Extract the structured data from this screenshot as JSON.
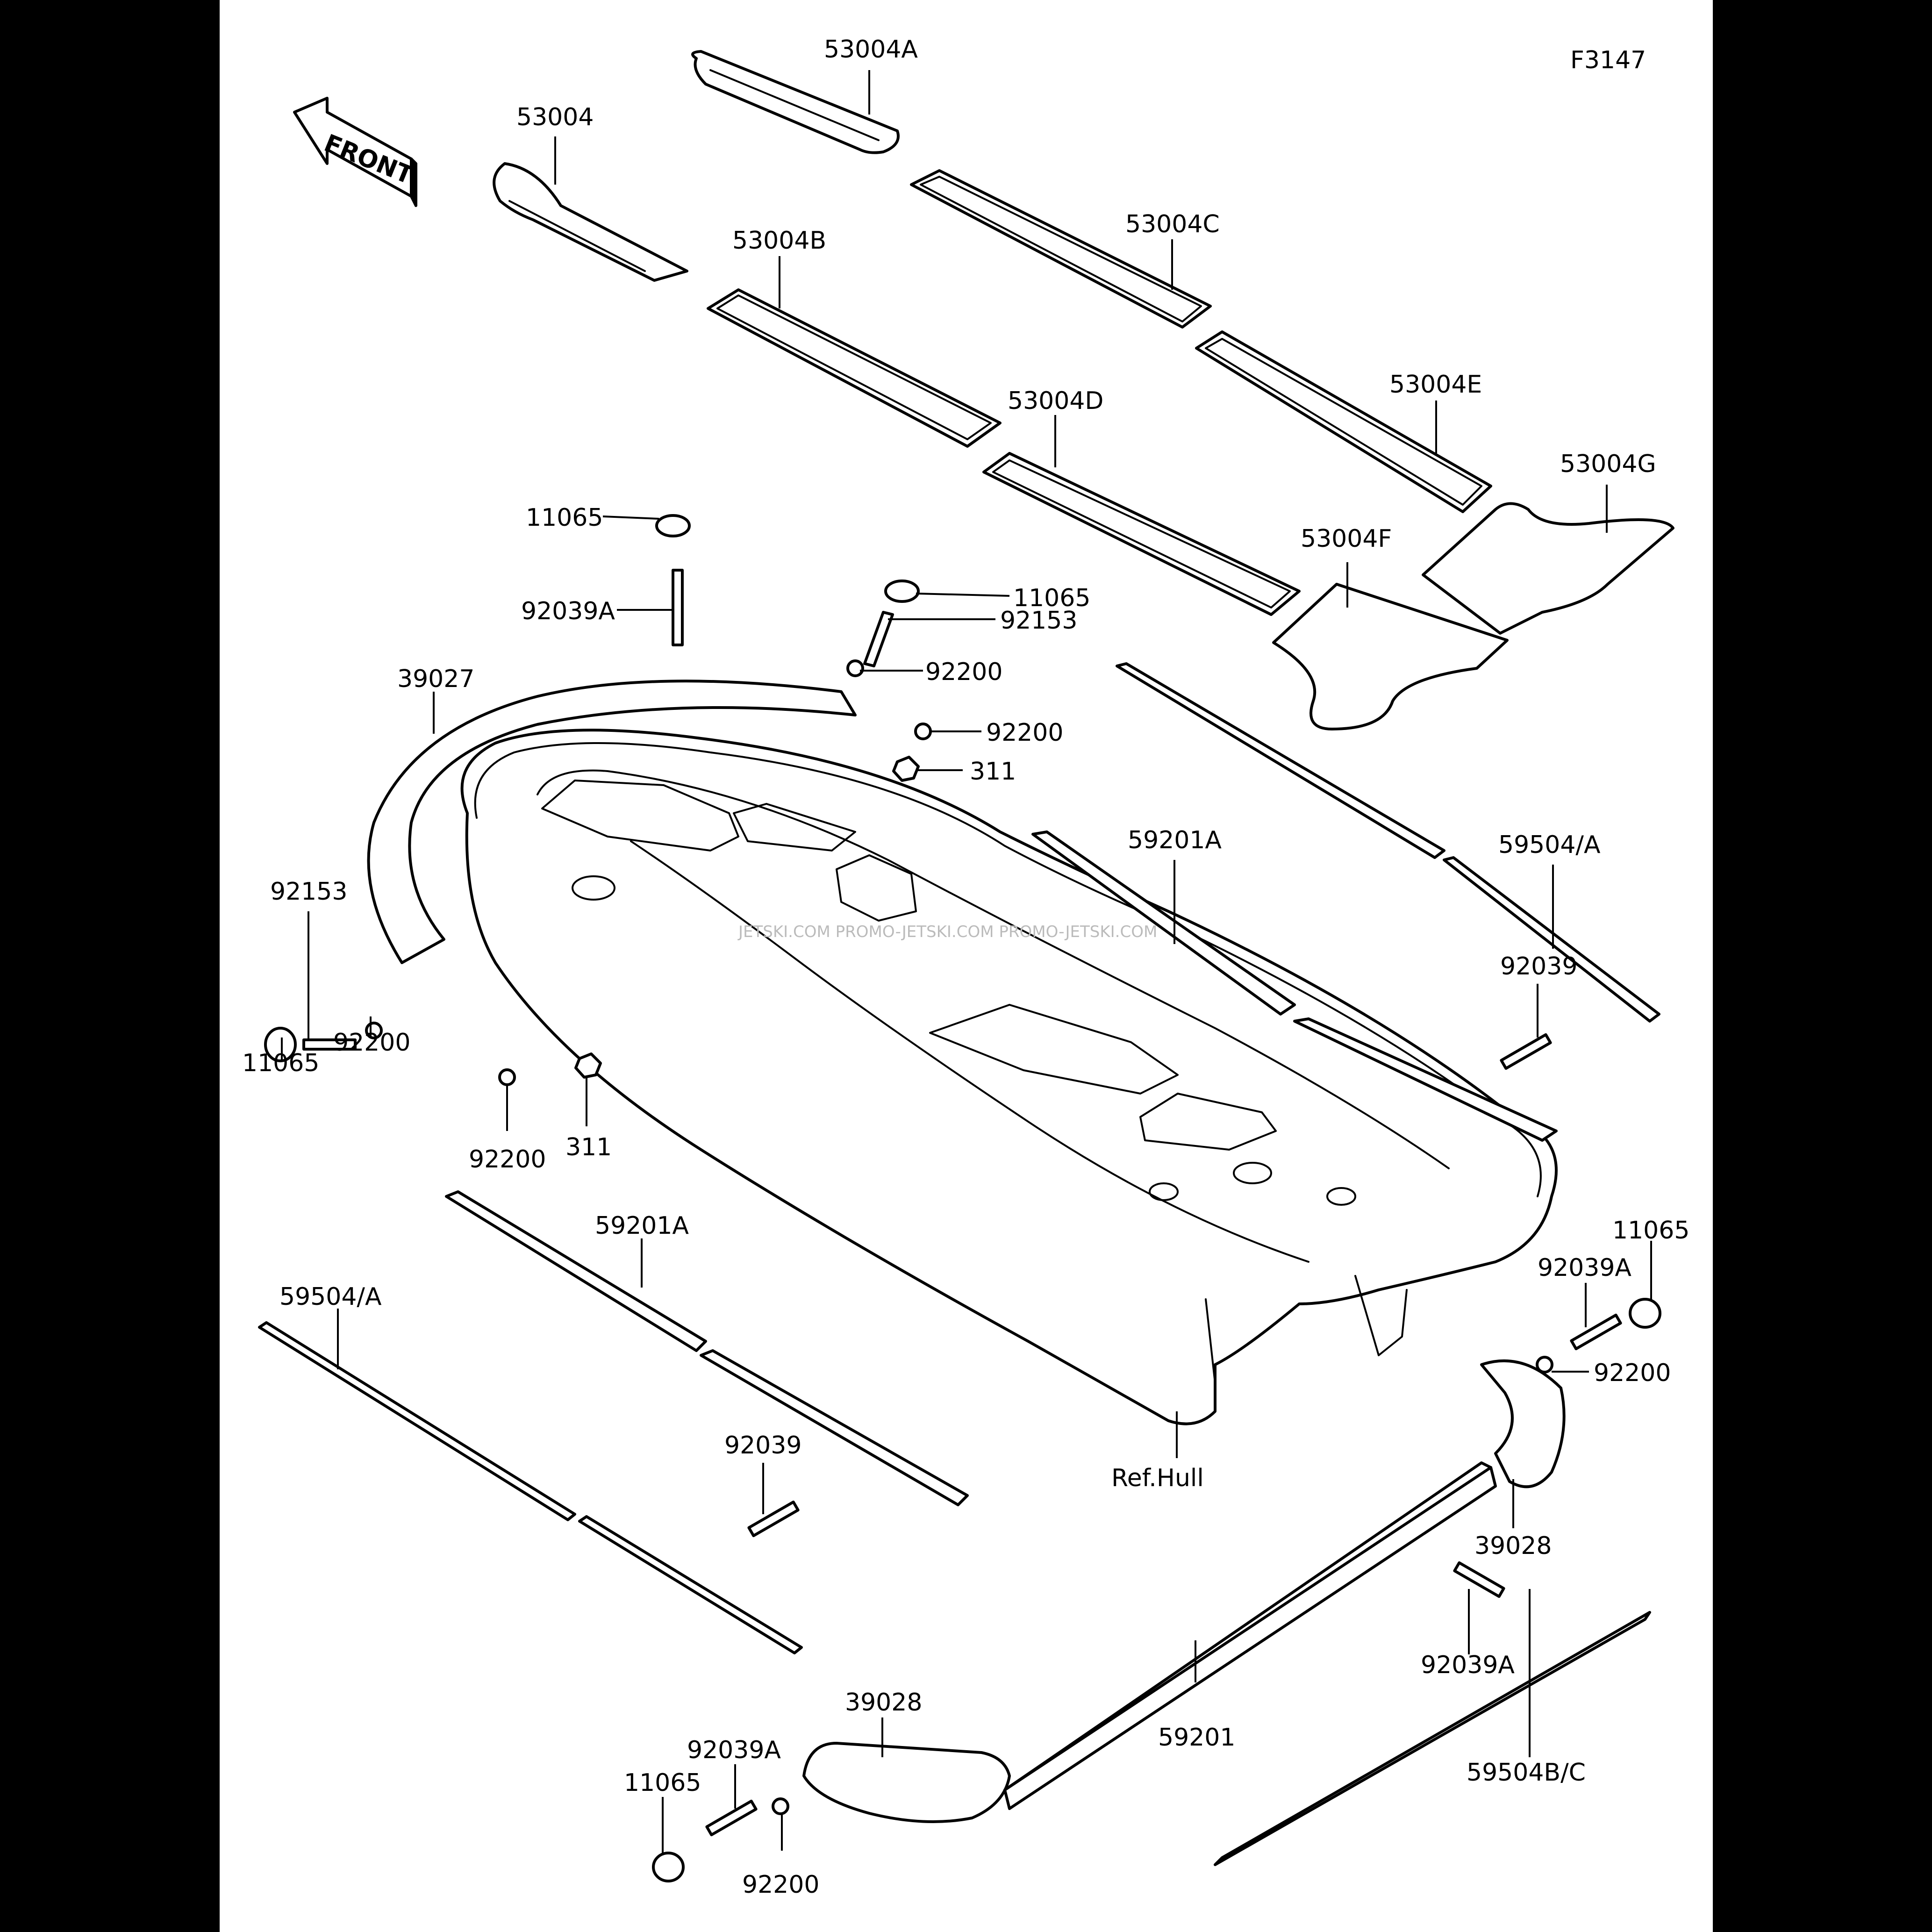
{
  "figure_id": "F3147",
  "front_label": "FRONT",
  "watermark": "JETSKI.COM  PROMO-JETSKI.COM  PROMO-JETSKI.COM",
  "callouts": [
    {
      "id": "53004A",
      "label": "53004A"
    },
    {
      "id": "53004",
      "label": "53004"
    },
    {
      "id": "53004B",
      "label": "53004B"
    },
    {
      "id": "53004C",
      "label": "53004C"
    },
    {
      "id": "53004D",
      "label": "53004D"
    },
    {
      "id": "53004E",
      "label": "53004E"
    },
    {
      "id": "53004F",
      "label": "53004F"
    },
    {
      "id": "53004G",
      "label": "53004G"
    },
    {
      "id": "11065_top",
      "label": "11065"
    },
    {
      "id": "92039A_top",
      "label": "92039A"
    },
    {
      "id": "11065_mid",
      "label": "11065"
    },
    {
      "id": "92153_mid",
      "label": "92153"
    },
    {
      "id": "92200_a",
      "label": "92200"
    },
    {
      "id": "92200_b",
      "label": "92200"
    },
    {
      "id": "311_a",
      "label": "311"
    },
    {
      "id": "39027",
      "label": "39027"
    },
    {
      "id": "59201A_right",
      "label": "59201A"
    },
    {
      "id": "59504A_right",
      "label": "59504/A"
    },
    {
      "id": "92039_right",
      "label": "92039"
    },
    {
      "id": "92153_left",
      "label": "92153"
    },
    {
      "id": "11065_left",
      "label": "11065"
    },
    {
      "id": "92200_left",
      "label": "92200"
    },
    {
      "id": "92200_c",
      "label": "92200"
    },
    {
      "id": "311_b",
      "label": "311"
    },
    {
      "id": "59201A_left",
      "label": "59201A"
    },
    {
      "id": "59504A_left",
      "label": "59504/A"
    },
    {
      "id": "92039_left",
      "label": "92039"
    },
    {
      "id": "ref_hull",
      "label": "Ref.Hull"
    },
    {
      "id": "11065_rear_r",
      "label": "11065"
    },
    {
      "id": "92039A_rear_r",
      "label": "92039A"
    },
    {
      "id": "92200_rear_r",
      "label": "92200"
    },
    {
      "id": "39028_right",
      "label": "39028"
    },
    {
      "id": "92039A_bottom",
      "label": "92039A"
    },
    {
      "id": "59201",
      "label": "59201"
    },
    {
      "id": "59504BC",
      "label": "59504B/C"
    },
    {
      "id": "39028_bottom",
      "label": "39028"
    },
    {
      "id": "92039A_rear_l",
      "label": "92039A"
    },
    {
      "id": "11065_rear_l",
      "label": "11065"
    },
    {
      "id": "92200_rear_l",
      "label": "92200"
    }
  ]
}
